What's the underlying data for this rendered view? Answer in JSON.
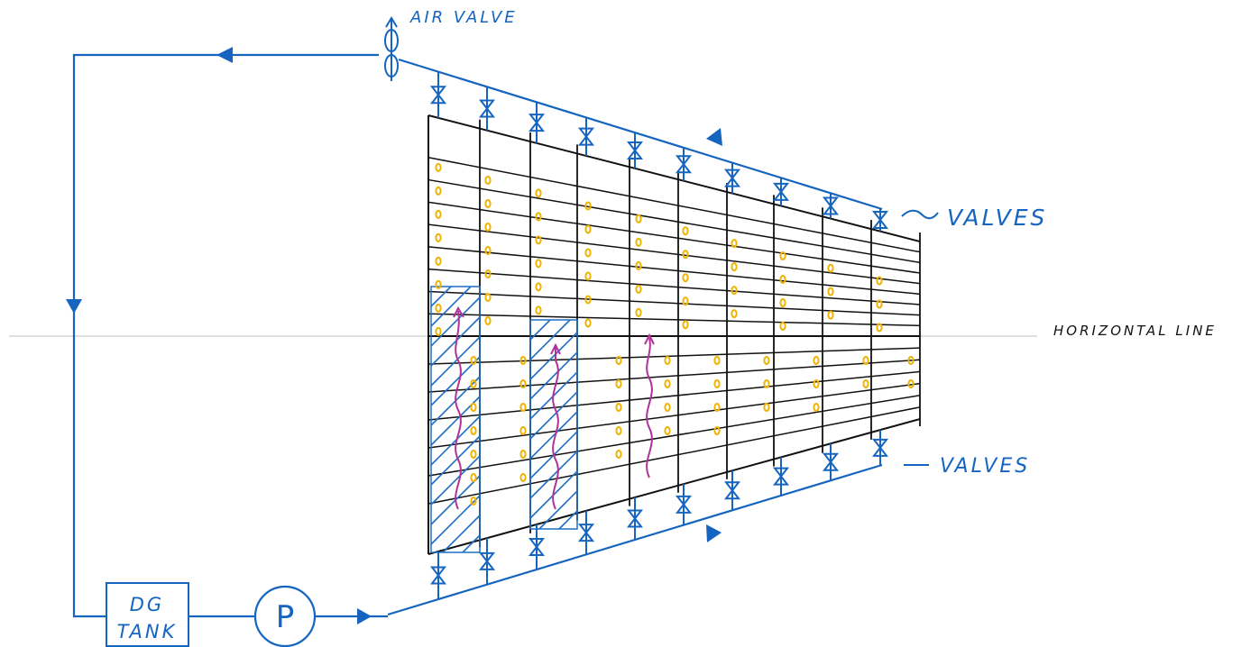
{
  "labels": {
    "air_valve": "AIR VALVE",
    "valves_top": "VALVES",
    "valves_bottom": "VALVES",
    "horizontal_line": "HORIZONTAL LINE",
    "tank_line1": "DG",
    "tank_line2": "TANK",
    "pump": "P"
  },
  "colors": {
    "pipe": "#1565c0",
    "grid": "#111111",
    "nozzle": "#f0b400",
    "wave": "#b0329a",
    "hatch": "#1e6fc4",
    "horizontal": "#cccccc"
  }
}
